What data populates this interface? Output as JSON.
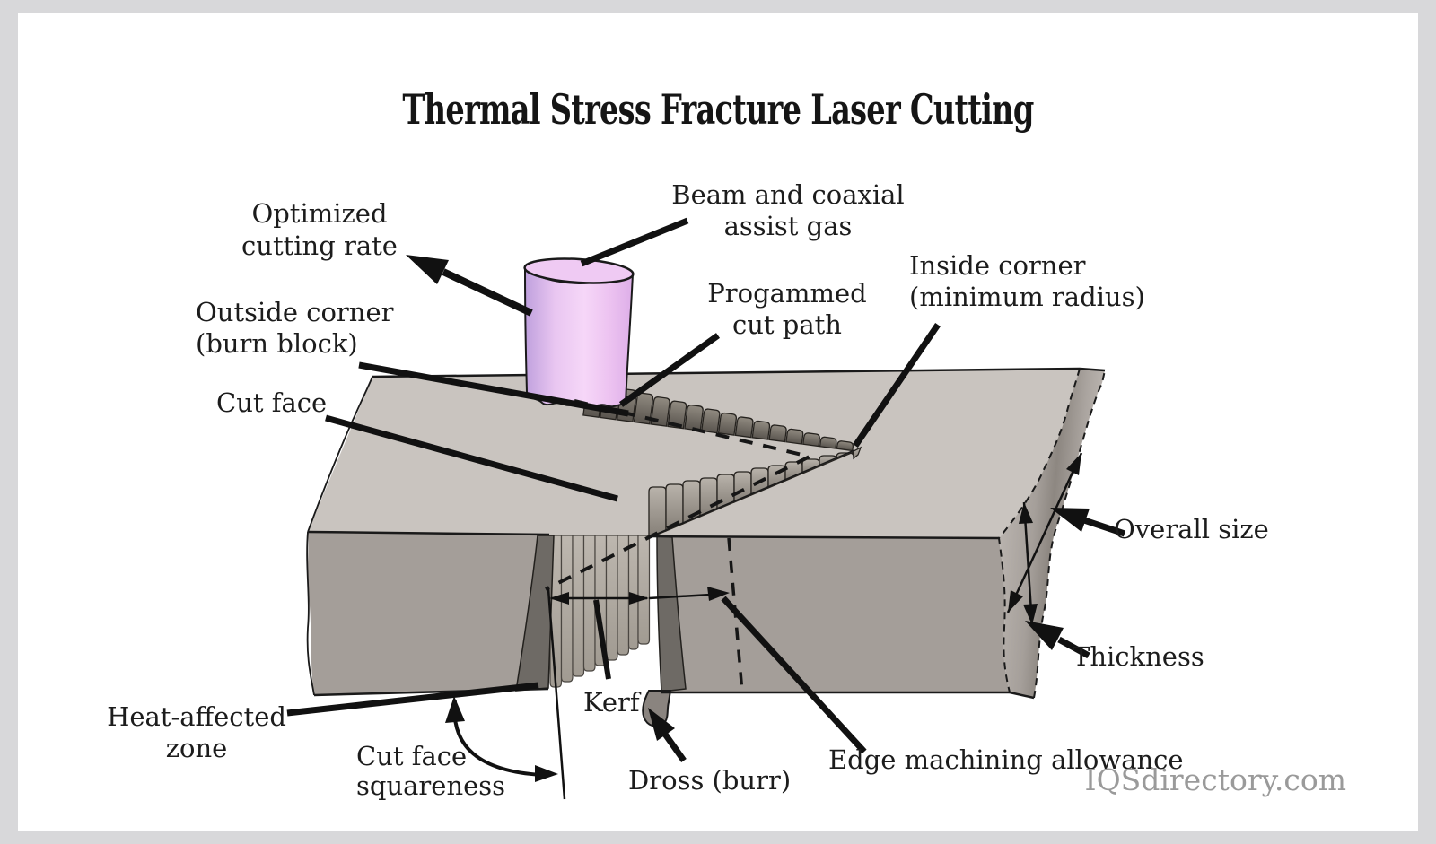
{
  "title": "Thermal Stress Fracture Laser Cutting",
  "watermark": "IQSdirectory.com",
  "labels": {
    "optimized_cutting_rate": {
      "line1": "Optimized",
      "line2": "cutting rate"
    },
    "beam_assist_gas": {
      "line1": "Beam and coaxial",
      "line2": "assist gas"
    },
    "outside_corner": {
      "line1": "Outside corner",
      "line2": "(burn block)"
    },
    "programmed_cut_path": {
      "line1": "Progammed",
      "line2": "cut path"
    },
    "inside_corner": {
      "line1": "Inside corner",
      "line2": "(minimum radius)"
    },
    "cut_face": "Cut face",
    "overall_size": "Overall size",
    "thickness": "Thickness",
    "heat_affected_zone": {
      "line1": "Heat-affected",
      "line2": "zone"
    },
    "cut_face_squareness": {
      "line1": "Cut face",
      "line2": "squareness"
    },
    "kerf": "Kerf",
    "dross": "Dross (burr)",
    "edge_machining_allowance": "Edge machining allowance"
  },
  "colors": {
    "frame": "#d8d8da",
    "canvas": "#ffffff",
    "outline": "#1a1a1a",
    "top_face": "#c9c4bf",
    "front_face": "#a49e99",
    "end_face_light": "#c2bcb7",
    "end_face_dark": "#8d8781",
    "dark_wedge": "#6e6a65",
    "rib_upper_light": "#918b81",
    "rib_upper_dark": "#59544e",
    "rib_lower_light": "#b9b3ab",
    "rib_lower_dark": "#847e76",
    "rib_front_light": "#bdb7af",
    "rib_front_dark": "#a19b92",
    "cylinder_left": "#bfa0dd",
    "cylinder_mid": "#f6d7f8",
    "cylinder_right": "#ddaee8",
    "cylinder_top": "#efcaf3",
    "dross_blob": "#8a847f",
    "watermark_gray": "#9a9a9a",
    "text": "#1c1c1c"
  }
}
